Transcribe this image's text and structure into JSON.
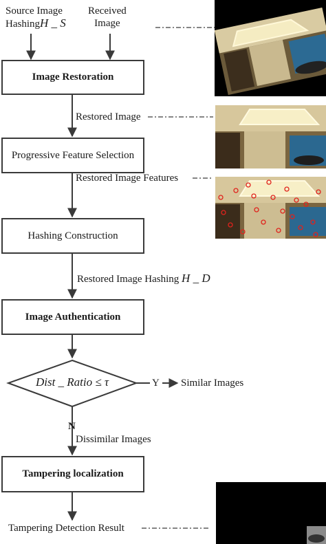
{
  "inputs": {
    "source_line1": "Source Image",
    "source_line2": "Hashing",
    "source_symbol": "H _ S",
    "received_line1": "Received",
    "received_line2": "Image"
  },
  "boxes": {
    "restoration": "Image Restoration",
    "feature_selection": "Progressive Feature Selection",
    "hashing": "Hashing Construction",
    "authentication": "Image Authentication",
    "localization": "Tampering localization"
  },
  "decision": {
    "condition": "Dist _ Ratio ≤ τ",
    "yes_label": "Y",
    "yes_result": "Similar Images",
    "no_label": "N",
    "no_result": "Dissimilar Images"
  },
  "edges": {
    "restored_image": "Restored Image",
    "restored_features": "Restored Image Features",
    "restored_hashing_prefix": "Restored Image Hashing",
    "restored_hashing_symbol": "H _ D",
    "result": "Tampering Detection Result"
  },
  "colors": {
    "line": "#3a3a3a",
    "feature_points": "#e0221c"
  }
}
